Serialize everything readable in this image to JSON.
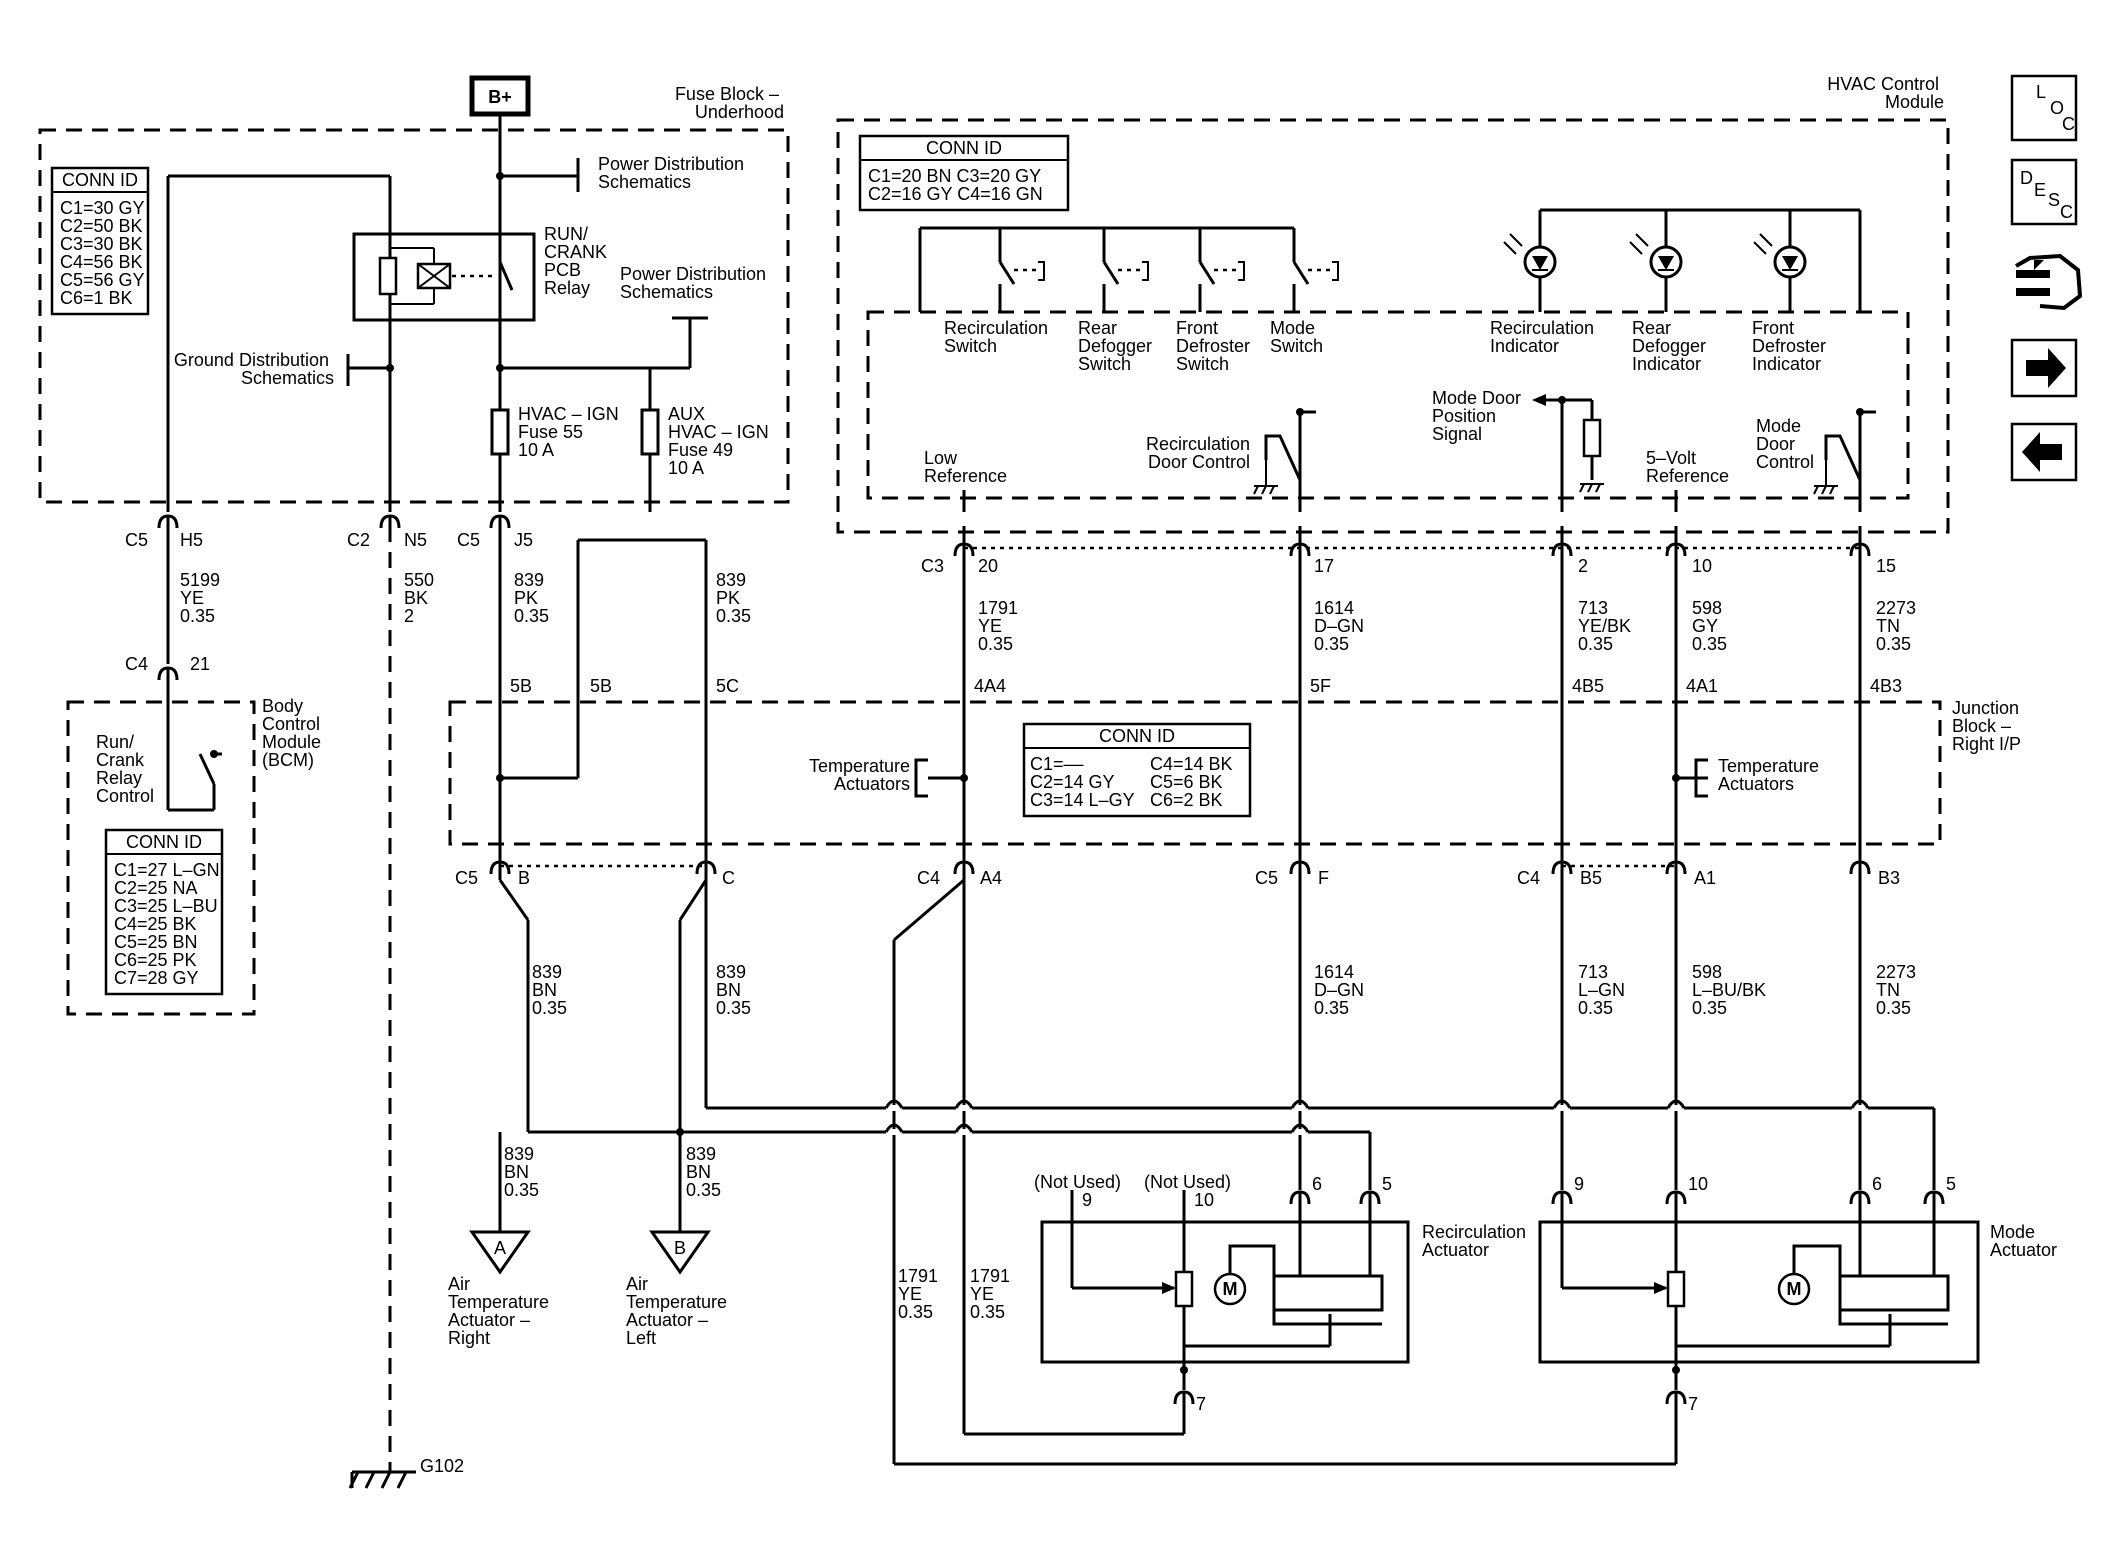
{
  "title_labels": {
    "battery": "B+",
    "fuse_block": [
      "Fuse Block –",
      "Underhood"
    ],
    "hvac_module": [
      "HVAC Control",
      "Module"
    ],
    "junction_block": [
      "Junction",
      "Block –",
      "Right I/P"
    ],
    "bcm": [
      "Body",
      "Control",
      "Module",
      "(BCM)"
    ]
  },
  "conn_tables": {
    "fuse_block": {
      "header": "CONN ID",
      "rows": [
        "C1=30 GY",
        "C2=50 BK",
        "C3=30 BK",
        "C4=56 BK",
        "C5=56 GY",
        "C6=1 BK"
      ]
    },
    "hvac": {
      "header": "CONN ID",
      "rows": [
        "C1=20 BN  C3=20 GY",
        "C2=16 GY  C4=16 GN"
      ]
    },
    "bcm": {
      "header": "CONN ID",
      "rows": [
        "C1=27 L–GN",
        "C2=25 NA",
        "C3=25 L–BU",
        "C4=25 BK",
        "C5=25 BN",
        "C6=25 PK",
        "C7=28 GY"
      ]
    },
    "junction": {
      "header": "CONN ID",
      "rows": [
        "C1=––",
        "C2=14 GY",
        "C3=14 L–GY"
      ],
      "rows2": [
        "C4=14 BK",
        "C5=6 BK",
        "C6=2 BK"
      ]
    }
  },
  "components": {
    "relay": [
      "RUN/",
      "CRANK",
      "PCB",
      "Relay"
    ],
    "power_dist_1": [
      "Power Distribution",
      "Schematics"
    ],
    "power_dist_2": [
      "Power Distribution",
      "Schematics"
    ],
    "ground_dist": [
      "Ground Distribution",
      "Schematics"
    ],
    "fuse55": [
      "HVAC – IGN",
      "Fuse 55",
      "10 A"
    ],
    "fuse49": [
      "AUX",
      "HVAC – IGN",
      "Fuse 49",
      "10 A"
    ],
    "run_crank": [
      "Run/",
      "Crank",
      "Relay",
      "Control"
    ],
    "switches": [
      [
        "Recirculation",
        "Switch"
      ],
      [
        "Rear",
        "Defogger",
        "Switch"
      ],
      [
        "Front",
        "Defroster",
        "Switch"
      ],
      [
        "Mode",
        "Switch"
      ]
    ],
    "indicators": [
      [
        "Recirculation",
        "Indicator"
      ],
      [
        "Rear",
        "Defogger",
        "Indicator"
      ],
      [
        "Front",
        "Defroster",
        "Indicator"
      ]
    ],
    "low_ref": [
      "Low",
      "Reference"
    ],
    "recirc_door": [
      "Recirculation",
      "Door Control"
    ],
    "mode_door_pos": [
      "Mode Door",
      "Position",
      "Signal"
    ],
    "five_volt": [
      "5–Volt",
      "Reference"
    ],
    "mode_door_ctrl": [
      "Mode",
      "Door",
      "Control"
    ],
    "temp_act_left": [
      "Temperature",
      "Actuators"
    ],
    "temp_act_right": [
      "Temperature",
      "Actuators"
    ],
    "recirc_actuator": [
      "Recirculation",
      "Actuator"
    ],
    "mode_actuator": [
      "Mode",
      "Actuator"
    ],
    "air_temp_right": [
      "Air",
      "Temperature",
      "Actuator –",
      "Right"
    ],
    "air_temp_left": [
      "Air",
      "Temperature",
      "Actuator –",
      "Left"
    ],
    "not_used_1": "(Not Used)",
    "not_used_2": "(Not Used)",
    "ground": "G102",
    "motor": "M",
    "marker_a": "A",
    "marker_b": "B"
  },
  "pins": {
    "c5_h5": [
      "C5",
      "H5"
    ],
    "c2_n5": [
      "C2",
      "N5"
    ],
    "c5_j5": [
      "C5",
      "J5"
    ],
    "c4_21": [
      "C4",
      "21"
    ],
    "hvac": [
      "C3",
      "20",
      "17",
      "2",
      "10",
      "15"
    ],
    "jb_top": [
      "5B",
      "5B",
      "5C",
      "4A4",
      "5F",
      "4B5",
      "4A1",
      "4B3"
    ],
    "jb_bot": [
      "C5",
      "B",
      "C",
      "C4",
      "A4",
      "C5",
      "F",
      "C4",
      "B5",
      "A1",
      "B3"
    ],
    "act_recirc": [
      "9",
      "10",
      "6",
      "5",
      "7"
    ],
    "act_mode": [
      "9",
      "10",
      "6",
      "5",
      "7"
    ]
  },
  "wires": {
    "w5199": [
      "5199",
      "YE",
      "0.35"
    ],
    "w550": [
      "550",
      "BK",
      "2"
    ],
    "w839a": [
      "839",
      "PK",
      "0.35"
    ],
    "w839b": [
      "839",
      "PK",
      "0.35"
    ],
    "w1791a": [
      "1791",
      "YE",
      "0.35"
    ],
    "w1614a": [
      "1614",
      "D–GN",
      "0.35"
    ],
    "w713a": [
      "713",
      "YE/BK",
      "0.35"
    ],
    "w598a": [
      "598",
      "GY",
      "0.35"
    ],
    "w2273a": [
      "2273",
      "TN",
      "0.35"
    ],
    "w839c": [
      "839",
      "BN",
      "0.35"
    ],
    "w839d": [
      "839",
      "BN",
      "0.35"
    ],
    "w1614b": [
      "1614",
      "D–GN",
      "0.35"
    ],
    "w713b": [
      "713",
      "L–GN",
      "0.35"
    ],
    "w598b": [
      "598",
      "L–BU/BK",
      "0.35"
    ],
    "w2273b": [
      "2273",
      "TN",
      "0.35"
    ],
    "w839e": [
      "839",
      "BN",
      "0.35"
    ],
    "w839f": [
      "839",
      "BN",
      "0.35"
    ],
    "w1791b": [
      "1791",
      "YE",
      "0.35"
    ],
    "w1791c": [
      "1791",
      "YE",
      "0.35"
    ]
  },
  "nav": {
    "loc": [
      "L",
      "O",
      "C"
    ],
    "desc": [
      "D",
      "E",
      "S",
      "C"
    ],
    "icons": [
      "loc-icon",
      "desc-icon",
      "connector-icon",
      "next-arrow-icon",
      "prev-arrow-icon"
    ]
  }
}
